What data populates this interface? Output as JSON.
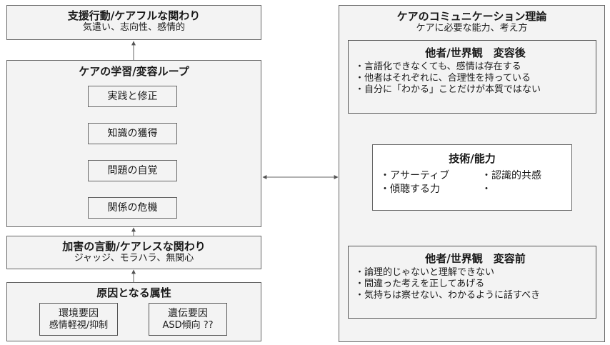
{
  "left": {
    "support": {
      "title": "支援行動/ケアフルな関わり",
      "sub": "気遣い、志向性、感情的"
    },
    "loop": {
      "title": "ケアの学習/変容ループ",
      "steps": [
        "実践と修正",
        "知識の獲得",
        "問題の自覚",
        "関係の危機"
      ]
    },
    "harm": {
      "title": "加害の言動/ケアレスな関わり",
      "sub": "ジャッジ、モラハラ、無関心"
    },
    "cause": {
      "title": "原因となる属性",
      "env": {
        "title": "環境要因",
        "sub": "感情軽視/抑制"
      },
      "gene": {
        "title": "遺伝要因",
        "sub": "ASD傾向 ??"
      }
    }
  },
  "right": {
    "title": "ケアのコミュニケーション理論",
    "sub": "ケアに必要な能力、考え方",
    "after": {
      "title": "他者/世界観　変容後",
      "items": [
        "・言語化できなくても、感情は存在する",
        "・他者はそれぞれに、合理性を持っている",
        "・自分に「わかる」ことだけが本質ではない"
      ]
    },
    "skills": {
      "title": "技術/能力",
      "col1": [
        "・アサーティブ",
        "・傾聴する力"
      ],
      "col2": [
        "・認識的共感",
        "・"
      ]
    },
    "before": {
      "title": "他者/世界観　変容前",
      "items": [
        "・論理的じゃないと理解できない",
        "・間違った考えを正してあげる",
        "・気持ちは察せない、わかるように話すべき"
      ]
    }
  }
}
